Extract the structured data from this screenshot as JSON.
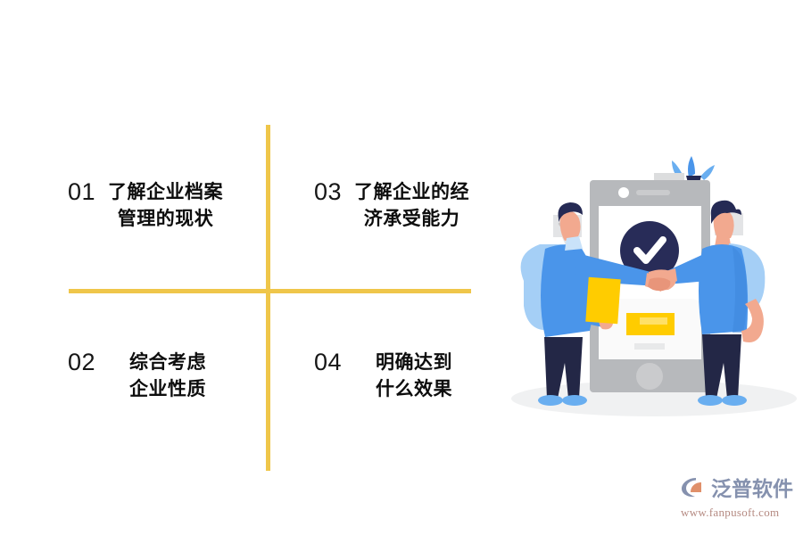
{
  "slide": {
    "background_color": "#ffffff",
    "accent_color": "#EFC64A",
    "text_color": "#0d0d0d"
  },
  "quadrants": [
    {
      "number": "01",
      "text": "了解企业档案\n管理的现状"
    },
    {
      "number": "02",
      "text": "综合考虑\n企业性质"
    },
    {
      "number": "03",
      "text": "了解企业的经\n济承受能力"
    },
    {
      "number": "04",
      "text": "明确达到\n什么效果"
    }
  ],
  "illustration": {
    "name": "handshake-agreement-illustration",
    "description": "两人握手，背景为带勾选标记的手机",
    "colors": {
      "phone_body": "#B7B9BC",
      "phone_screen": "#FFFFFF",
      "check_circle": "#282C58",
      "shirt_blue": "#4A95EA",
      "sleeve_light_blue": "#A5CFF6",
      "pants_navy": "#232746",
      "skin": "#F2A98F",
      "card_yellow": "#FFCC00",
      "plant_blue": "#4A95EA",
      "bubble_grey": "#E3E4E6"
    }
  },
  "watermark": {
    "brand": "泛普软件",
    "url": "www.fanpusoft.com",
    "mark_colors": {
      "arc": "#8591AE",
      "fan": "#E0906A"
    }
  }
}
